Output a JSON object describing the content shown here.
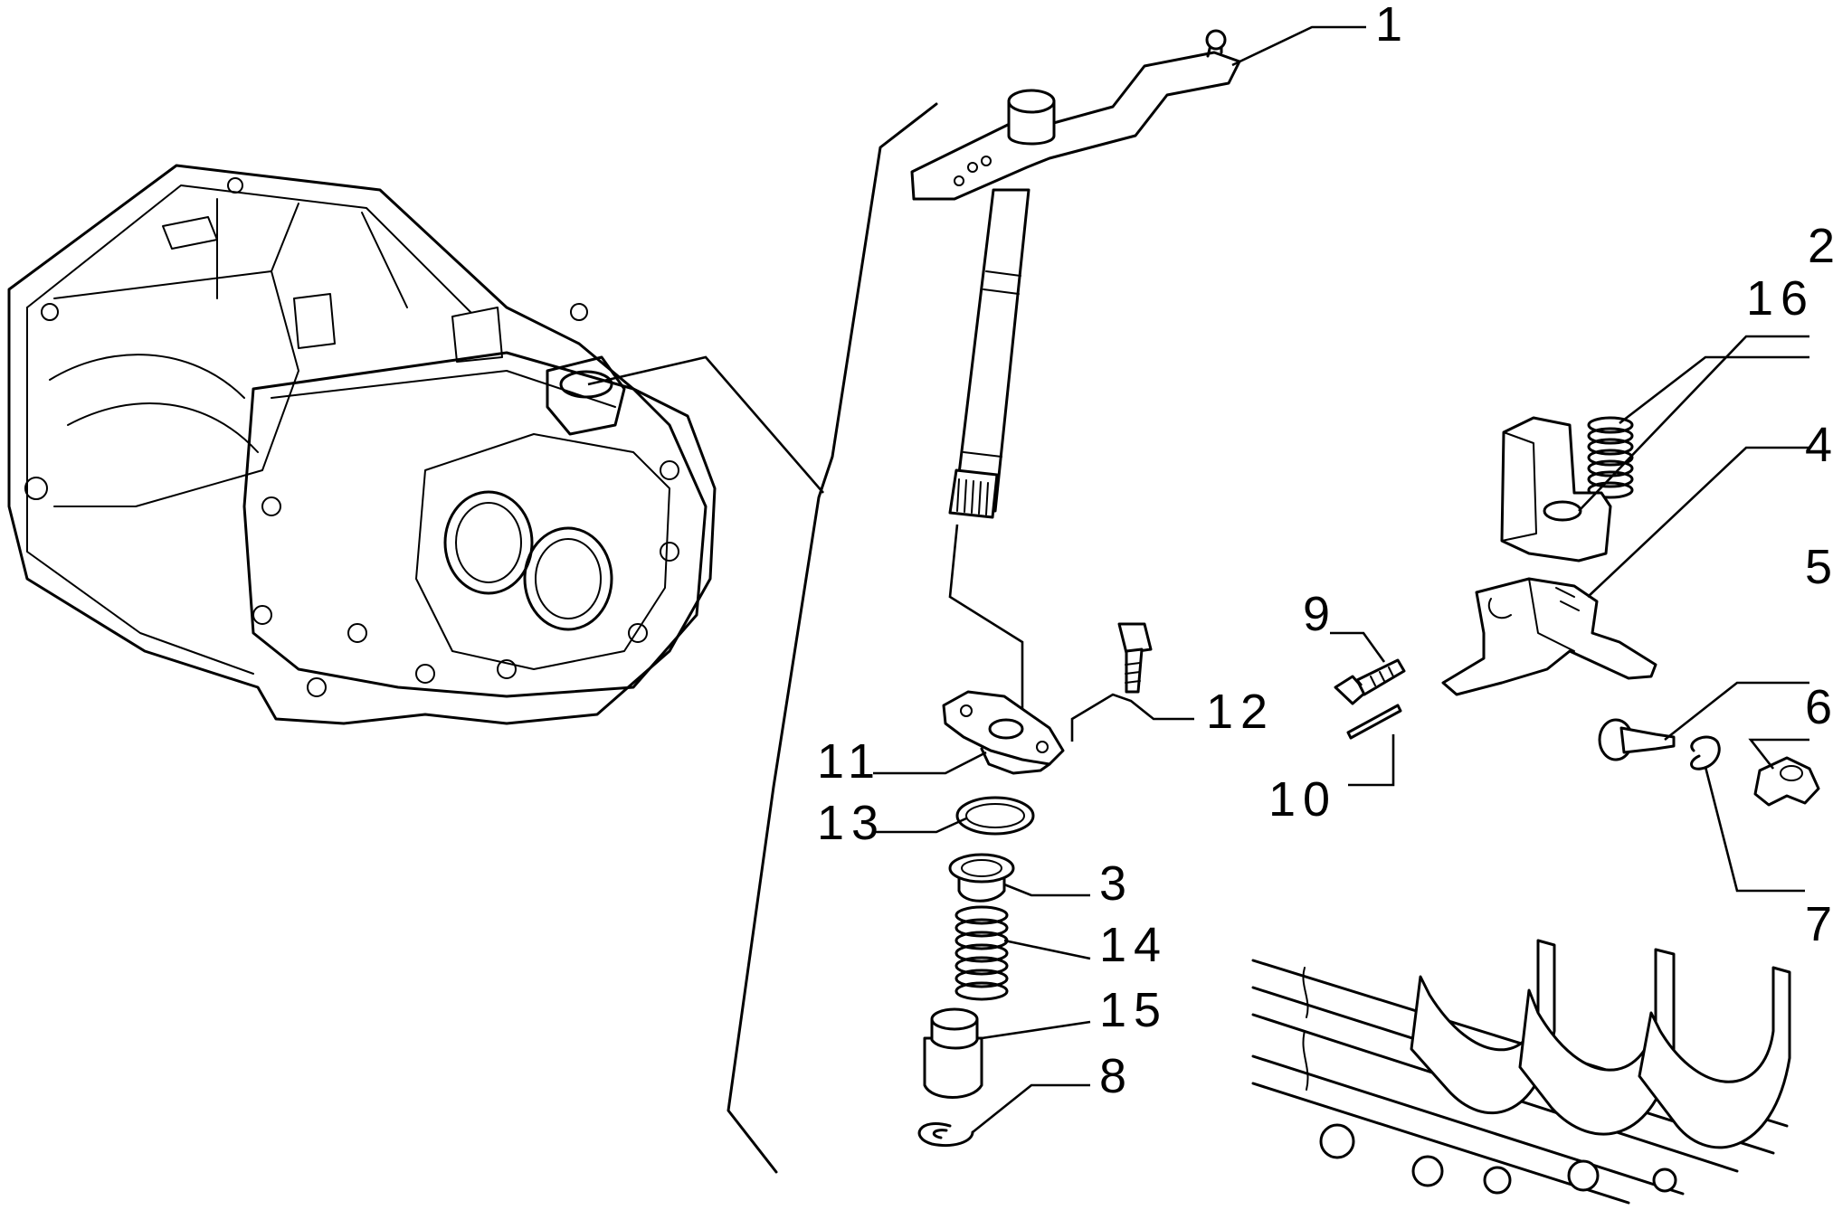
{
  "diagram": {
    "callouts": [
      {
        "id": "c1",
        "label": "1"
      },
      {
        "id": "c2",
        "label": "2"
      },
      {
        "id": "c16",
        "label": "16"
      },
      {
        "id": "c4",
        "label": "4"
      },
      {
        "id": "c5",
        "label": "5"
      },
      {
        "id": "c6",
        "label": "6"
      },
      {
        "id": "c7",
        "label": "7"
      },
      {
        "id": "c9",
        "label": "9"
      },
      {
        "id": "c10",
        "label": "10"
      },
      {
        "id": "c12",
        "label": "12"
      },
      {
        "id": "c11",
        "label": "11"
      },
      {
        "id": "c13",
        "label": "13"
      },
      {
        "id": "c3",
        "label": "3"
      },
      {
        "id": "c14",
        "label": "14"
      },
      {
        "id": "c15",
        "label": "15"
      },
      {
        "id": "c8",
        "label": "8"
      }
    ]
  }
}
